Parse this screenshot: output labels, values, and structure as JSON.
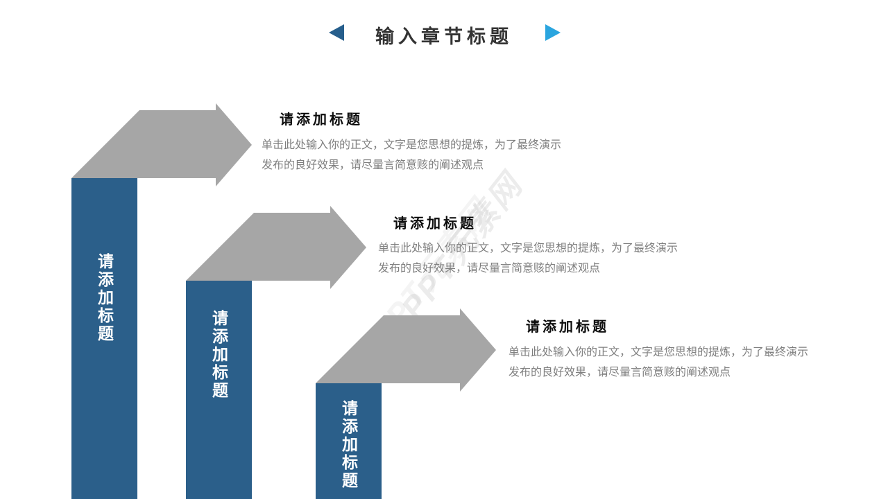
{
  "header": {
    "title": "输入章节标题"
  },
  "watermark": {
    "text": "PPT元素网"
  },
  "colors": {
    "column_blue": "#2B5F8A",
    "arrow_gray": "#A6A6A6",
    "header_left_triangle": "#265E8C",
    "header_right_triangle": "#2AA5DF",
    "section_title_text": "#0D0D0D",
    "body_text": "#7F7F7F",
    "header_title_text": "#333333"
  },
  "steps": [
    {
      "column_label": "请添加标题",
      "title": "请添加标题",
      "body_lines": [
        "单击此处输入你的正文，文字是您思想的提炼，为了最终演示",
        "发布的良好效果，请尽量言简意赅的阐述观点"
      ]
    },
    {
      "column_label": "请添加标题",
      "title": "请添加标题",
      "body_lines": [
        "单击此处输入你的正文，文字是您思想的提炼，为了最终演示",
        "发布的良好效果，请尽量言简意赅的阐述观点"
      ]
    },
    {
      "column_label": "请添加标题",
      "title": "请添加标题",
      "body_lines": [
        "单击此处输入你的正文，文字是您思想的提炼，为了最终演示",
        "发布的良好效果，请尽量言简意赅的阐述观点"
      ]
    }
  ]
}
